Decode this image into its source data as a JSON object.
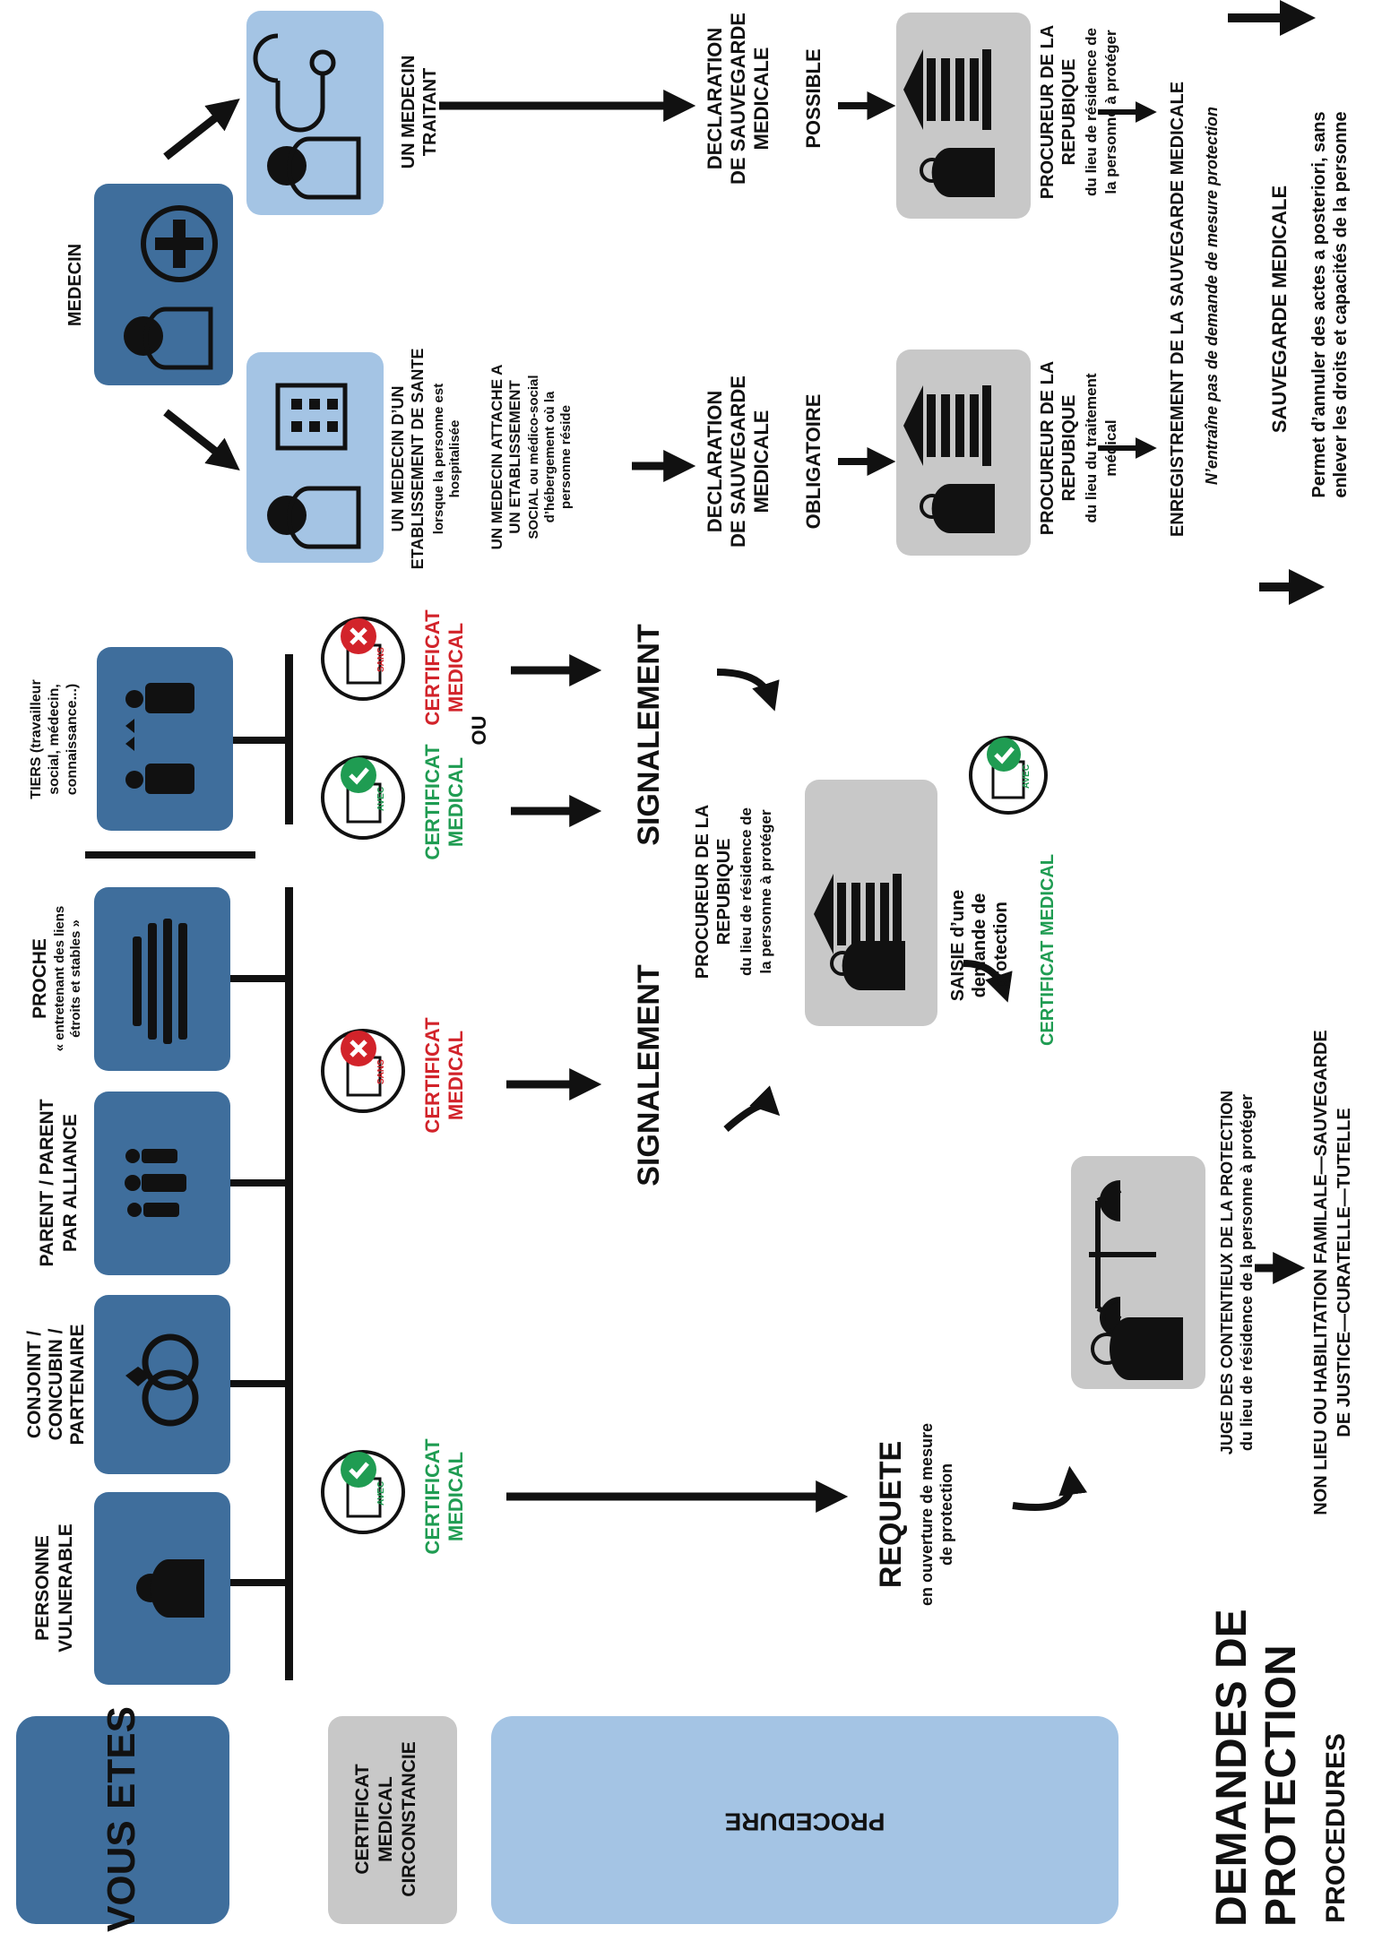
{
  "header": {
    "vous_etes": "VOUS ETES",
    "certificat_circonstancie": [
      "CERTIFICAT",
      "MEDICAL",
      "CIRCONSTANCIE"
    ],
    "procedure": "PROCEDURE"
  },
  "title": {
    "main": [
      "DEMANDES DE",
      "PROTECTION"
    ],
    "sub": "PROCEDURES"
  },
  "actors": {
    "personne": [
      "PERSONNE",
      "VULNERABLE"
    ],
    "conjoint": [
      "CONJOINT /",
      "CONCUBIN /",
      "PARTENAIRE"
    ],
    "parent": [
      "PARENT / PARENT",
      "PAR ALLIANCE"
    ],
    "proche": [
      "PROCHE",
      "« entretenant des liens",
      "étroits et stables »"
    ],
    "tiers": [
      "TIERS (travailleur",
      "social, médecin,",
      "connaissance...)"
    ],
    "medecin": "MEDECIN"
  },
  "badges": {
    "avec": "AVEC",
    "sans": "SANS",
    "certificat_medical": [
      "CERTIFICAT",
      "MEDICAL"
    ],
    "ou": "OU"
  },
  "flow": {
    "requete": "REQUETE",
    "requete_sub": [
      "en ouverture de mesure",
      "de protection"
    ],
    "signalement": "SIGNALEMENT",
    "procureur_center": [
      "PROCUREUR DE LA",
      "REPUBIQUE",
      "du lieu de résidence de",
      "la  personne à protéger"
    ],
    "saisie": [
      "SAISIE d’une",
      "demande de",
      "protection"
    ],
    "saisie_cert": "CERTIFICAT MEDICAL",
    "juge": [
      "JUGE DES CONTENTIEUX DE LA PROTECTION",
      "du lieu de résidence de la personne à protéger"
    ],
    "issue": [
      "NON LIEU OU HABILITATION FAMILALE—SAUVEGARDE",
      "DE JUSTICE—CURATELLE—TUTELLE"
    ]
  },
  "medical": {
    "medecin_traitant": [
      "UN MEDECIN",
      "TRAITANT"
    ],
    "medecin_etab": [
      "UN MEDECIN D’UN",
      "ETABLISSEMENT DE SANTE",
      "lorsque la personne est",
      "hospitalisée"
    ],
    "medecin_social": [
      "UN MEDECIN ATTACHE A",
      "UN ETABLISSEMENT",
      "SOCIAL ou médico-social",
      "d’hébergement où la",
      "personne réside"
    ],
    "decl_possible": [
      "DECLARATION",
      "DE SAUVEGARDE",
      "MEDICALE"
    ],
    "possible": "POSSIBLE",
    "decl_obligatoire": [
      "DECLARATION",
      "DE SAUVEGARDE",
      "MEDICALE"
    ],
    "obligatoire": "OBLIGATOIRE",
    "procureur_top": [
      "PROCUREUR DE LA",
      "REPUBIQUE",
      "du lieu de résidence de",
      "la  personne à protéger"
    ],
    "procureur_bottom": [
      "PROCUREUR DE LA",
      "REPUBIQUE",
      "du lieu du traitement",
      "médical"
    ],
    "enregistrement": "ENREGISTREMENT DE LA SAUVEGARDE MEDICALE",
    "n_entraine": "N’entraîne pas de demande de mesure protection",
    "sauvegarde": "SAUVEGARDE MEDICALE",
    "permet": [
      "Permet d’annuler des actes a posteriori, sans",
      "enlever les droits et capacités de la personne"
    ]
  },
  "colors": {
    "dark_blue": "#3f6e9c",
    "light_blue": "#a4c4e4",
    "grey": "#c8c8c8",
    "green": "#1f9c52",
    "red": "#d2232a",
    "black": "#111111"
  }
}
